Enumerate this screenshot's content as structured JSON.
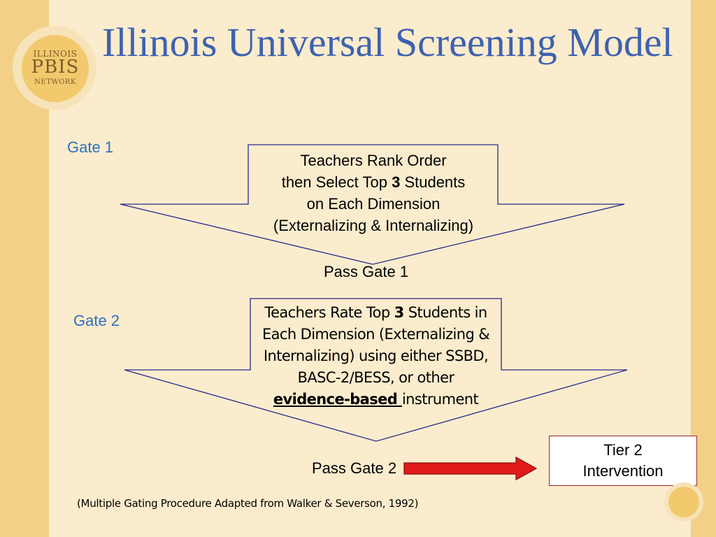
{
  "title": "Illinois Universal Screening Model",
  "logo": {
    "top": "ILLINOIS",
    "middle": "PBIS",
    "bottom": "NETWORK"
  },
  "gate1": {
    "label": "Gate 1",
    "line1": "Teachers Rank Order",
    "line2_pre": "then Select Top ",
    "line2_num": "3",
    "line2_post": " Students",
    "line3": "on Each Dimension",
    "line4": "(Externalizing & Internalizing)",
    "pass": "Pass Gate 1"
  },
  "gate2": {
    "label": "Gate 2",
    "line1_pre": "Teachers Rate Top ",
    "line1_num": "3",
    "line1_post": " Students in",
    "line2": "Each Dimension (Externalizing &",
    "line3": "Internalizing) using either SSBD,",
    "line4": "BASC-2/BESS, or other",
    "line5_emph": "evidence-based ",
    "line5_post": "instrument",
    "pass": "Pass Gate 2"
  },
  "tier": {
    "line1": "Tier 2",
    "line2": "Intervention"
  },
  "citation": "(Multiple Gating Procedure Adapted from Walker & Severson, 1992)",
  "colors": {
    "title": "#3e62b0",
    "gate_label": "#2d6fc0",
    "arrow_outline": "#2a2a8a",
    "red_arrow": "#e11b1b",
    "tier_border": "#9b2a2a",
    "slide_bg": "#fbeccd",
    "side_bars": "#f3d088"
  }
}
